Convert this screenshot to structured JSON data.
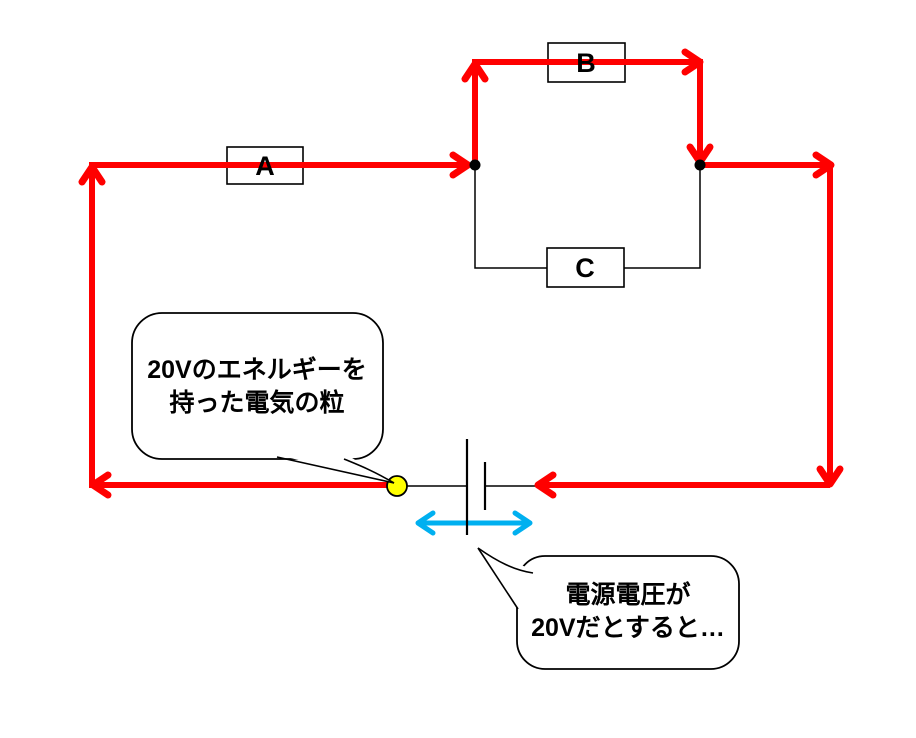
{
  "colors": {
    "wire_red": "#ff0000",
    "voltage_arrow_blue": "#00b0f0",
    "particle_yellow": "#ffff00",
    "line_black": "#000000",
    "background": "#ffffff"
  },
  "components": {
    "a": {
      "label": "A"
    },
    "b": {
      "label": "B"
    },
    "c": {
      "label": "C"
    }
  },
  "callouts": {
    "particle": {
      "line1": "20Vのエネルギーを",
      "line2": "持った電気の粒"
    },
    "source": {
      "line1": "電源電圧が",
      "line2": "20Vだとすると…"
    }
  }
}
